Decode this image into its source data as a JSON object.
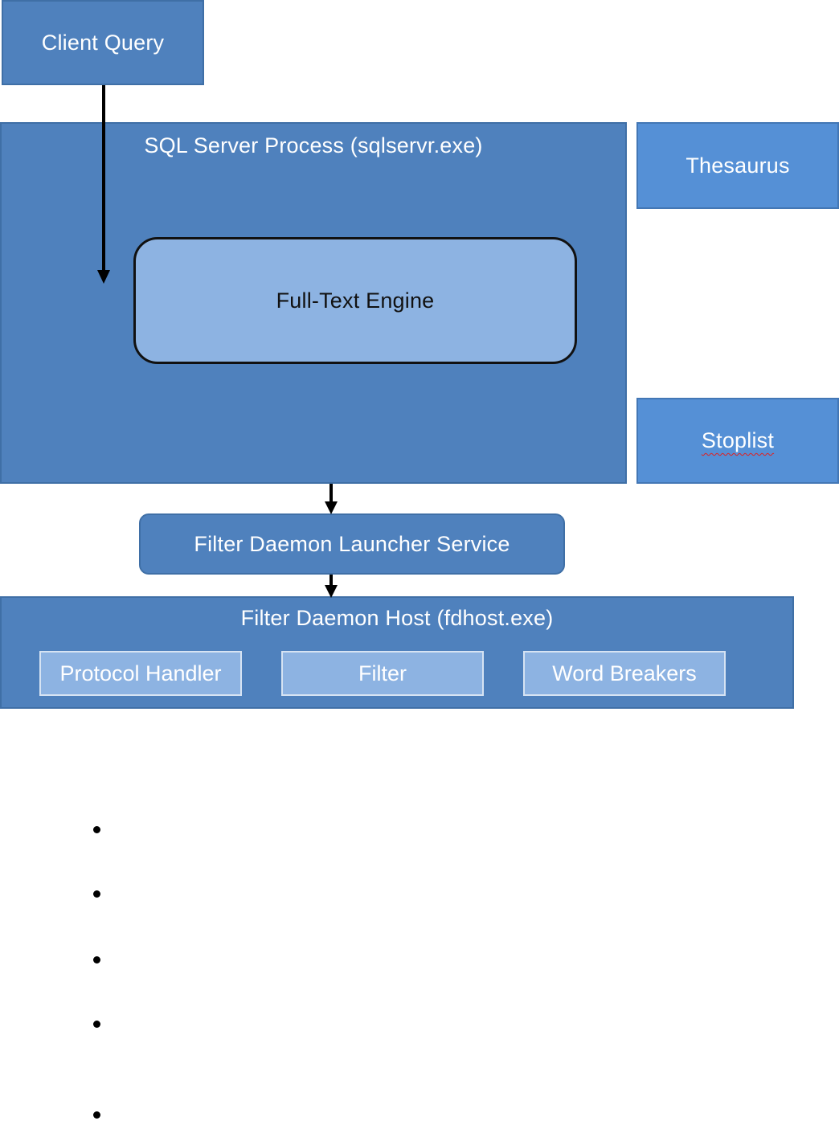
{
  "diagram": {
    "client_query": "Client Query",
    "sql_server_process": "SQL Server Process (sqlservr.exe)",
    "full_text_engine": "Full-Text Engine",
    "thesaurus": "Thesaurus",
    "stoplist": "Stoplist",
    "filter_daemon_launcher": "Filter Daemon Launcher Service",
    "filter_daemon_host": "Filter Daemon Host (fdhost.exe)",
    "components": [
      "Protocol Handler",
      "Filter",
      "Word Breakers"
    ]
  },
  "bullet_list": {
    "count": 5
  },
  "colors": {
    "box_blue": "#4f81bd",
    "side_box_blue": "#5590d6",
    "light_blue": "#8db3e2",
    "arrow": "#000000"
  }
}
